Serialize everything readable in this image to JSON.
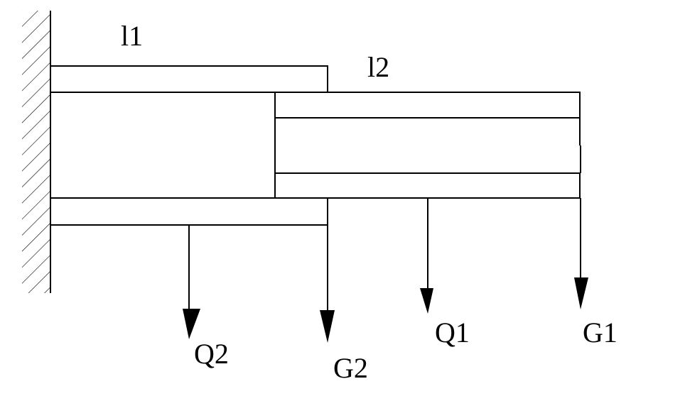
{
  "diagram": {
    "type": "cantilever-telescopic-tube",
    "colors": {
      "line": "#000000",
      "background": "#ffffff"
    },
    "segment_labels": [
      {
        "id": "l1",
        "text": "l1"
      },
      {
        "id": "l2",
        "text": "l2"
      }
    ],
    "loads": [
      {
        "id": "Q2",
        "text": "Q2",
        "direction": "down"
      },
      {
        "id": "G2",
        "text": "G2",
        "direction": "down"
      },
      {
        "id": "Q1",
        "text": "Q1",
        "direction": "down"
      },
      {
        "id": "G1",
        "text": "G1",
        "direction": "down"
      }
    ],
    "support": {
      "type": "fixed-wall",
      "hatch": "diagonal"
    }
  }
}
